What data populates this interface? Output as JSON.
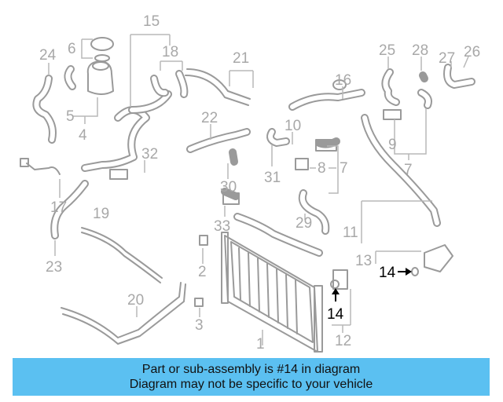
{
  "callouts": {
    "n1": "1",
    "n2": "2",
    "n3": "3",
    "n4": "4",
    "n5": "5",
    "n6": "6",
    "n7a": "7",
    "n7b": "7",
    "n8": "8",
    "n9": "9",
    "n10": "10",
    "n11": "11",
    "n12": "12",
    "n13": "13",
    "n14_main": "14",
    "n14_below": "14",
    "n15": "15",
    "n16": "16",
    "n17": "17",
    "n18": "18",
    "n19": "19",
    "n20": "20",
    "n21": "21",
    "n22": "22",
    "n23": "23",
    "n24": "24",
    "n25": "25",
    "n26": "26",
    "n27": "27",
    "n28": "28",
    "n29": "29",
    "n30": "30",
    "n31": "31",
    "n32": "32",
    "n33": "33"
  },
  "banner": {
    "line1": "Part or sub-assembly is #14 in diagram",
    "line2": "Diagram may not be specific to your vehicle"
  },
  "colors": {
    "banner_bg": "#5bc0f1",
    "callout_gray": "#a8a8a8",
    "highlight": "#000000"
  }
}
